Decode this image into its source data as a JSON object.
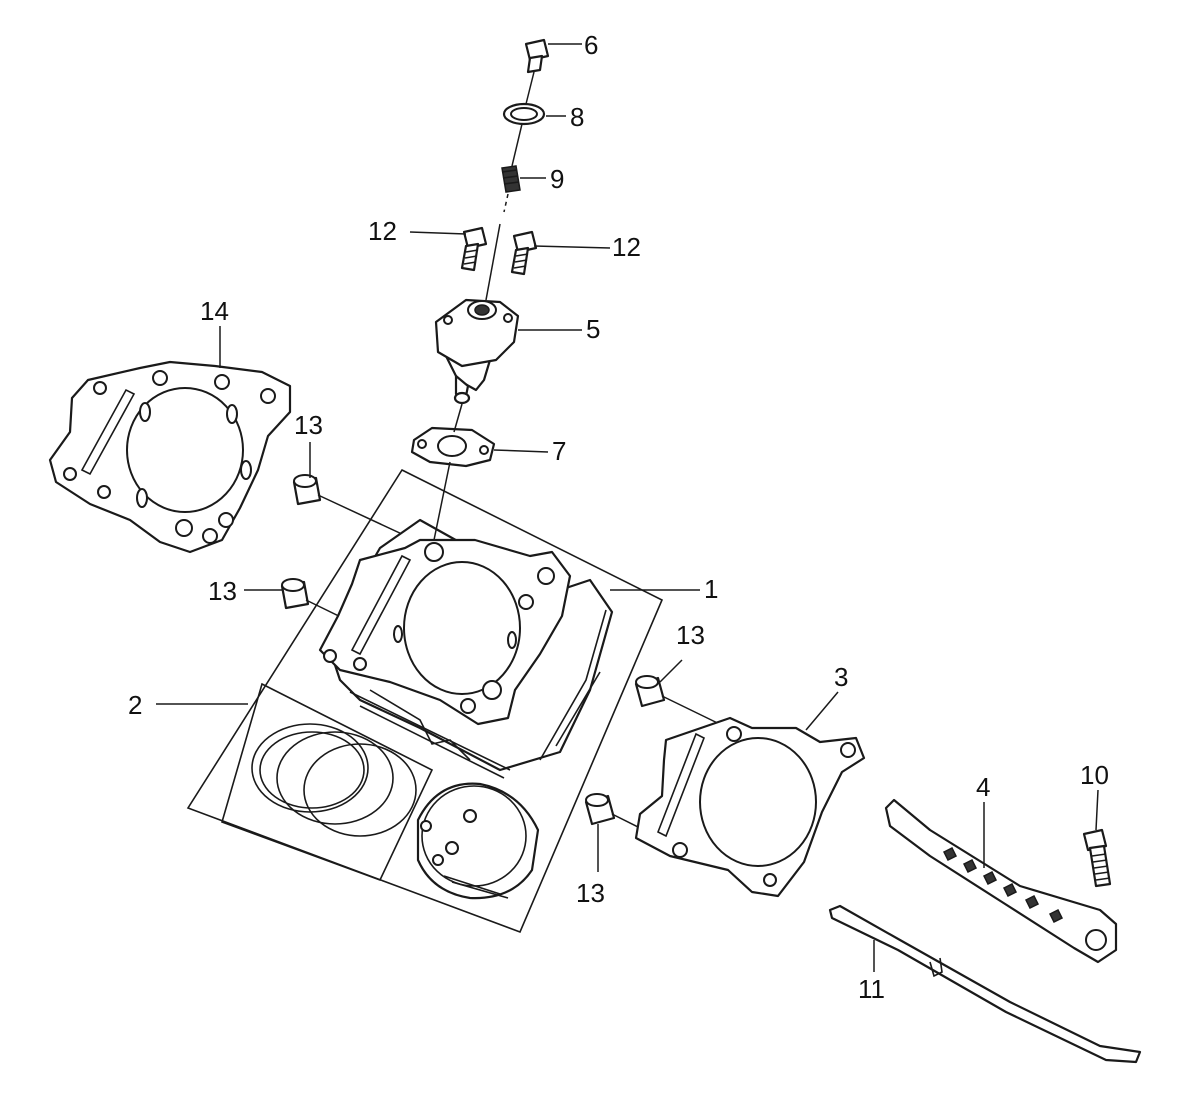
{
  "callouts": {
    "c1": "1",
    "c2": "2",
    "c3": "3",
    "c4": "4",
    "c5": "5",
    "c6": "6",
    "c7": "7",
    "c8": "8",
    "c9": "9",
    "c10": "10",
    "c11": "11",
    "c12a": "12",
    "c12b": "12",
    "c13a": "13",
    "c13b": "13",
    "c13c": "13",
    "c13d": "13",
    "c14": "14"
  }
}
